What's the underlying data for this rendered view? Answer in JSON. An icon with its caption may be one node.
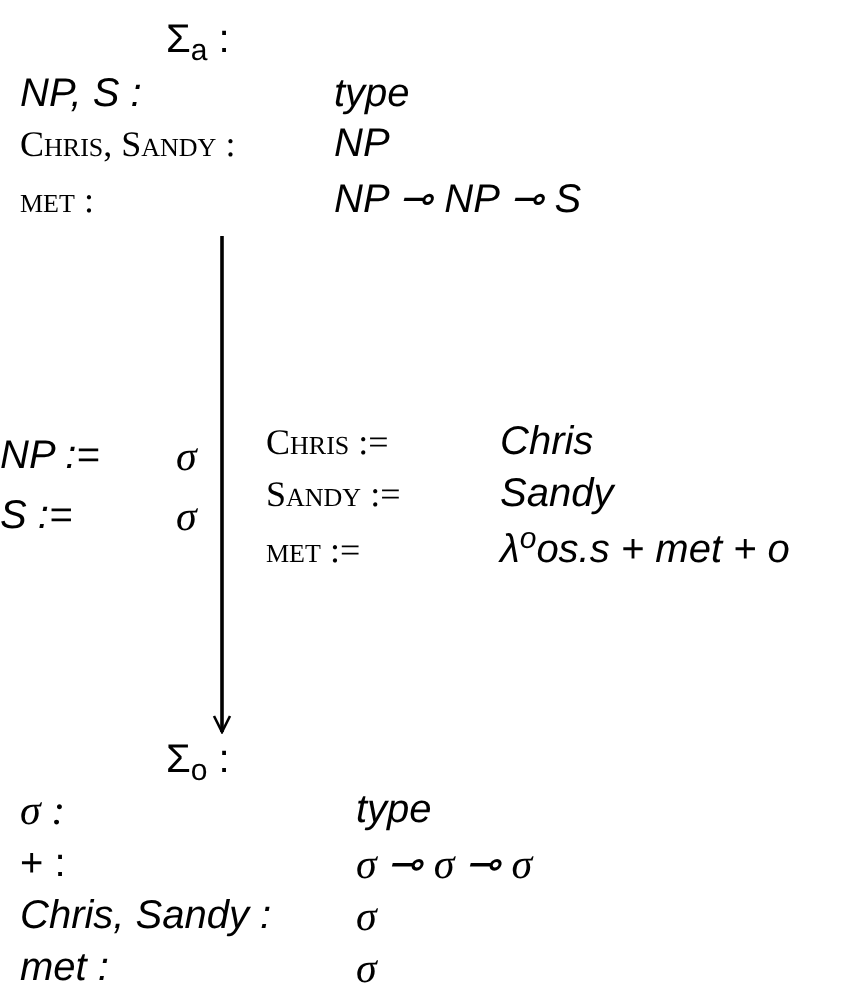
{
  "diagram": {
    "nodes": [
      {
        "text": [
          "Σ$_{a}$ :",
          "NP, S :",
          "type",
          "Chris, Sandy :",
          "NP",
          "met :",
          "NP ⊸ NP ⊸ S"
        ]
      },
      {
        "text": [
          "Σ$_{o}$ :",
          "σ :",
          "type",
          "+ :",
          "σ ⊸ σ ⊸ σ",
          "Chris, Sandy :",
          "σ",
          "met :",
          "σ"
        ]
      }
    ],
    "edges": [
      {
        "from": 0,
        "to": 1,
        "arrow": "to"
      }
    ],
    "labels": [
      "NP :=",
      "σ",
      "S :=",
      "σ",
      "Chris :=",
      "Chris",
      "Sandy :=",
      "Sandy",
      "met :=",
      "λ$^{o}$os.s + met + o"
    ]
  }
}
